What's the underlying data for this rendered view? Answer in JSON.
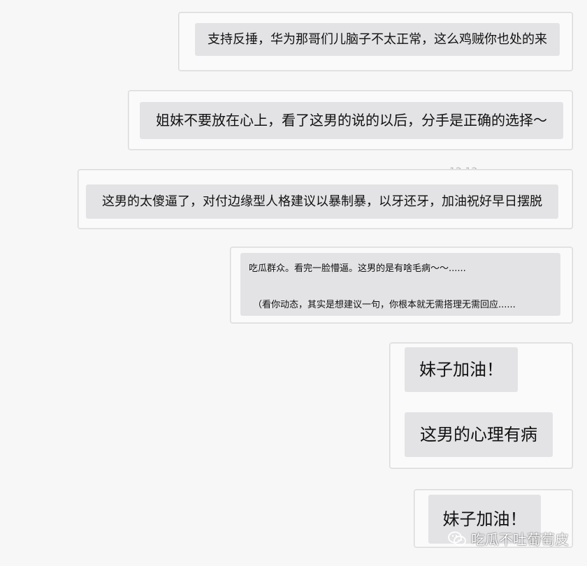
{
  "messages": [
    {
      "text": "支持反捶，华为那哥们儿脑子不太正常，这么鸡贼你也处的来"
    },
    {
      "text": "姐妹不要放在心上，看了这男的说的以后，分手是正确的选择～"
    },
    {
      "text": "这男的太傻逼了，对付边缘型人格建议以暴制暴，以牙还牙，加油祝好早日摆脱"
    },
    {
      "line1": "吃瓜群众。看完一脸懵逼。这男的是有啥毛病～～......",
      "line2": "（看你动态，其实是想建议一句，你根本就无需搭理无需回应......"
    },
    {
      "text": "妹子加油！"
    },
    {
      "text": "这男的心理有病"
    },
    {
      "text": "妹子加油！"
    }
  ],
  "timestamp": "12:12",
  "watermark": {
    "text": "吃瓜不吐葡萄皮",
    "icon": "wechat-icon"
  }
}
